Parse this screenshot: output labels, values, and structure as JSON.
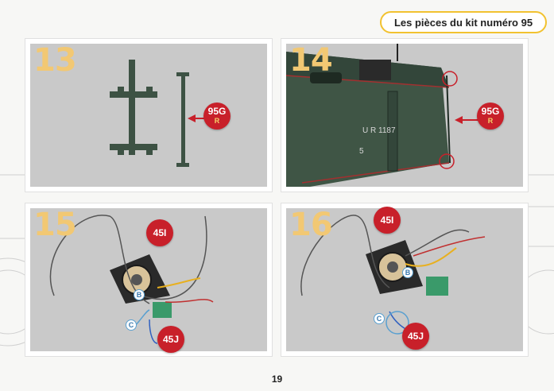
{
  "header": {
    "title": "Les pièces du kit numéro 95"
  },
  "steps": [
    {
      "number": "13",
      "tags": [
        "95G",
        "R"
      ]
    },
    {
      "number": "14",
      "tags": [
        "95G",
        "R"
      ],
      "tender_markings": [
        "5",
        "U R 1187"
      ]
    },
    {
      "number": "15",
      "tags": [
        "45I",
        "45J"
      ],
      "circles": [
        "B",
        "C"
      ]
    },
    {
      "number": "16",
      "tags": [
        "45I",
        "45J"
      ],
      "circles": [
        "B",
        "C"
      ]
    }
  ],
  "footer": {
    "page_number": "19"
  },
  "colors": {
    "accent_yellow": "#f2c230",
    "tag_red": "#c8202a",
    "photo_grey": "#c9c9c9",
    "part_green": "#3d5244"
  }
}
